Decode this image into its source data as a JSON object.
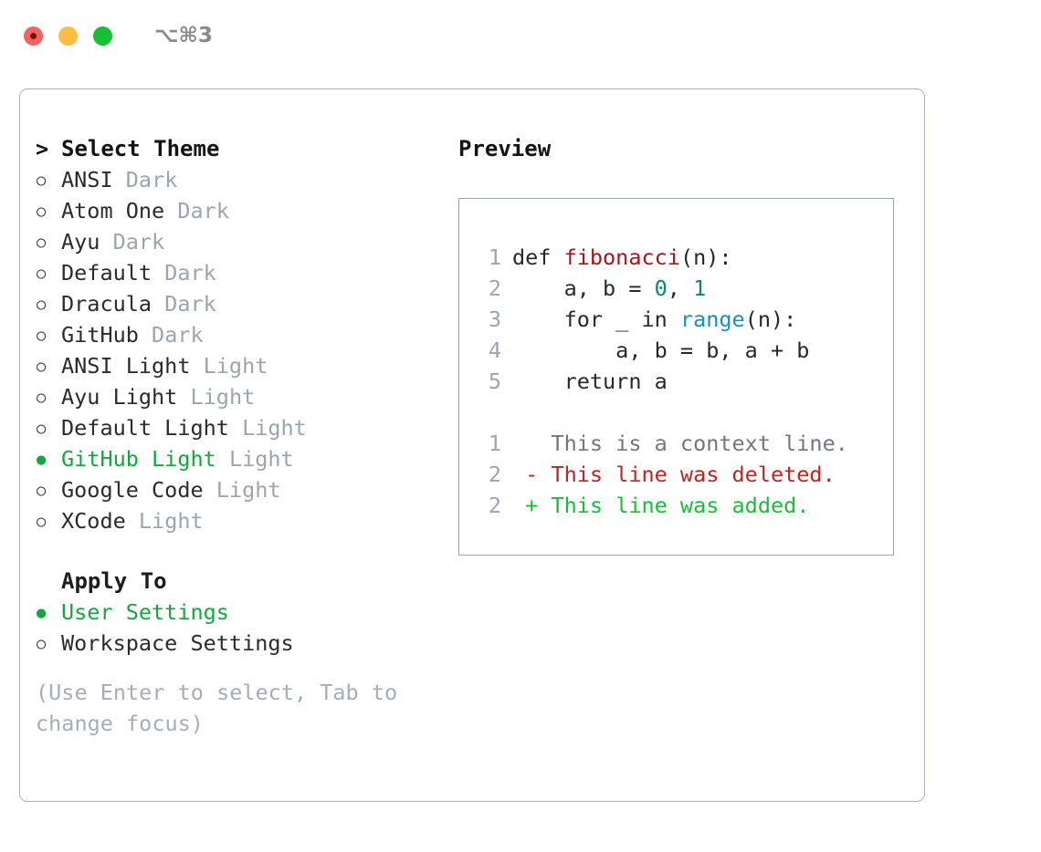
{
  "titlebar": {
    "shortcut": "⌥⌘3",
    "dots": [
      "close-red",
      "minimize-yellow",
      "zoom-green"
    ]
  },
  "colors": {
    "accent_green": "#12A83C",
    "muted": "#9aa5b1",
    "text": "#2b2b2b",
    "border": "#aab4c0",
    "diff_add": "#12C233",
    "diff_del": "#C32222"
  },
  "theme_section": {
    "marker": ">",
    "title": "Select Theme",
    "items": [
      {
        "name": "ANSI",
        "tag": "Dark",
        "selected": false
      },
      {
        "name": "Atom One",
        "tag": "Dark",
        "selected": false
      },
      {
        "name": "Ayu",
        "tag": "Dark",
        "selected": false
      },
      {
        "name": "Default",
        "tag": "Dark",
        "selected": false
      },
      {
        "name": "Dracula",
        "tag": "Dark",
        "selected": false
      },
      {
        "name": "GitHub",
        "tag": "Dark",
        "selected": false
      },
      {
        "name": "ANSI Light",
        "tag": "Light",
        "selected": false
      },
      {
        "name": "Ayu Light",
        "tag": "Light",
        "selected": false
      },
      {
        "name": "Default Light",
        "tag": "Light",
        "selected": false
      },
      {
        "name": "GitHub Light",
        "tag": "Light",
        "selected": true
      },
      {
        "name": "Google Code",
        "tag": "Light",
        "selected": false
      },
      {
        "name": "XCode",
        "tag": "Light",
        "selected": false
      }
    ]
  },
  "apply_section": {
    "title": "Apply To",
    "items": [
      {
        "name": "User Settings",
        "selected": true
      },
      {
        "name": "Workspace Settings",
        "selected": false
      }
    ]
  },
  "hint": "(Use Enter to select, Tab to change focus)",
  "preview": {
    "title": "Preview",
    "code_lines": [
      {
        "num": "1",
        "tokens": [
          {
            "t": "def ",
            "c": "plain"
          },
          {
            "t": "fibonacci",
            "c": "fn"
          },
          {
            "t": "(n):",
            "c": "plain"
          }
        ]
      },
      {
        "num": "2",
        "tokens": [
          {
            "t": "    a, b = ",
            "c": "plain"
          },
          {
            "t": "0",
            "c": "num"
          },
          {
            "t": ", ",
            "c": "plain"
          },
          {
            "t": "1",
            "c": "num"
          }
        ]
      },
      {
        "num": "3",
        "tokens": [
          {
            "t": "    for _ in ",
            "c": "plain"
          },
          {
            "t": "range",
            "c": "call"
          },
          {
            "t": "(n):",
            "c": "plain"
          }
        ]
      },
      {
        "num": "4",
        "tokens": [
          {
            "t": "        a, b = b, a + b",
            "c": "plain"
          }
        ]
      },
      {
        "num": "5",
        "tokens": [
          {
            "t": "    return a",
            "c": "plain"
          }
        ]
      }
    ],
    "diff_lines": [
      {
        "num": "1",
        "sign": "  ",
        "text": "This is a context line.",
        "kind": "ctx"
      },
      {
        "num": "2",
        "sign": "- ",
        "text": "This line was deleted.",
        "kind": "del"
      },
      {
        "num": "2",
        "sign": "+ ",
        "text": "This line was added.",
        "kind": "add"
      }
    ]
  }
}
